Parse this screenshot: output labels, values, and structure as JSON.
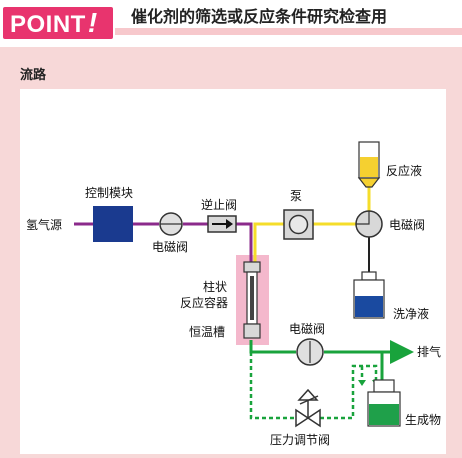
{
  "header": {
    "badge_text": "POINT",
    "badge_mark": "!",
    "title": "催化剂的筛选或反应条件研究检查用"
  },
  "section": {
    "label": "流路"
  },
  "components": {
    "hydrogen_source": "氢气源",
    "control_module": "控制模块",
    "solenoid_valve_1": "电磁阀",
    "check_valve": "逆止阀",
    "pump": "泵",
    "reaction_liquid": "反应液",
    "solenoid_valve_2": "电磁阀",
    "cleaning_liquid": "洗净液",
    "column_reactor_line1": "柱状",
    "column_reactor_line2": "反应容器",
    "thermostat": "恒温槽",
    "solenoid_valve_3": "电磁阀",
    "exhaust": "排气",
    "pressure_valve": "压力调节阀",
    "product": "生成物"
  },
  "colors": {
    "accent_pink": "#e8346e",
    "background_pink": "#f7d8d8",
    "control_module_blue": "#1a3a8f",
    "gas_line_purple": "#8b2a8b",
    "liquid_line_yellow": "#f5dd2a",
    "product_line_green": "#19a33c",
    "reaction_liquid_yellow": "#f5d030",
    "cleaning_liquid_blue": "#1a4aa0",
    "product_liquid_green": "#1fa04a",
    "thermostat_pink": "#f4b8cc"
  }
}
